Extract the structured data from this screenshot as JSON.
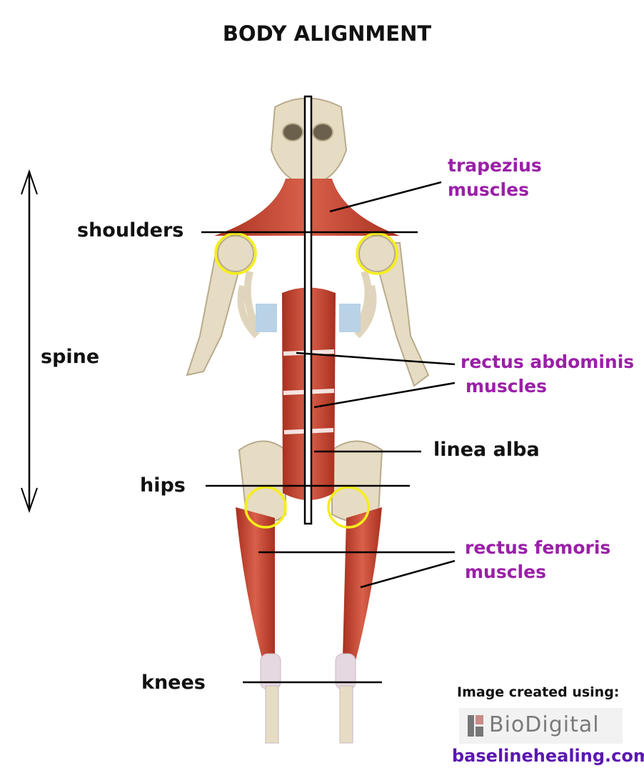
{
  "title": "BODY ALIGNMENT",
  "labels": {
    "shoulders": "shoulders",
    "spine": "spine",
    "hips": "hips",
    "knees": "knees",
    "linea_alba": "linea alba"
  },
  "muscles": {
    "trapezius": [
      "trapezius",
      "muscles"
    ],
    "rectus_abdominis": [
      "rectus abdominis",
      "muscles"
    ],
    "rectus_femoris": [
      "rectus femoris",
      "muscles"
    ]
  },
  "credit": {
    "text": "Image created using:",
    "logo": "BioDigital",
    "website": "baselinehealing.com"
  },
  "colors": {
    "muscle_label": "#9b1fa8",
    "website": "#5b17b0",
    "joint_circle": "#f5ee1a",
    "muscle": "#c8422e",
    "bone": "#e6dcc4"
  }
}
